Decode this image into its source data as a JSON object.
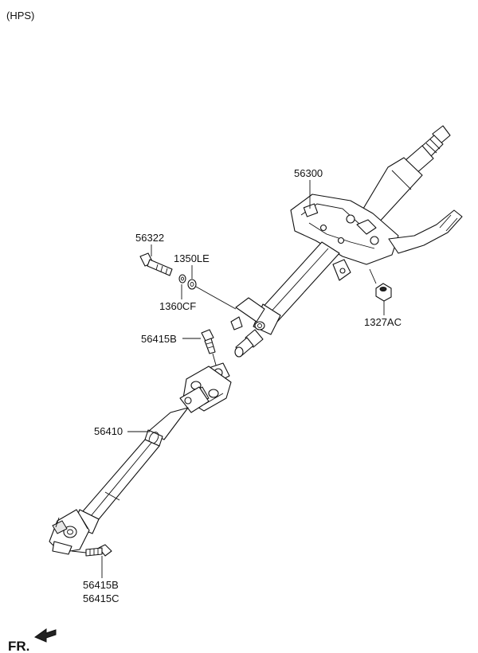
{
  "header": {
    "variant": "(HPS)"
  },
  "footer": {
    "front_label": "FR."
  },
  "parts": {
    "column": "56300",
    "bolt": "56322",
    "washer_1": "1350LE",
    "washer_2": "1360CF",
    "nut": "1327AC",
    "upper_joint_bolt": "56415B",
    "shaft": "56410",
    "lower_joint_bolt_1": "56415B",
    "lower_joint_bolt_2": "56415C"
  }
}
